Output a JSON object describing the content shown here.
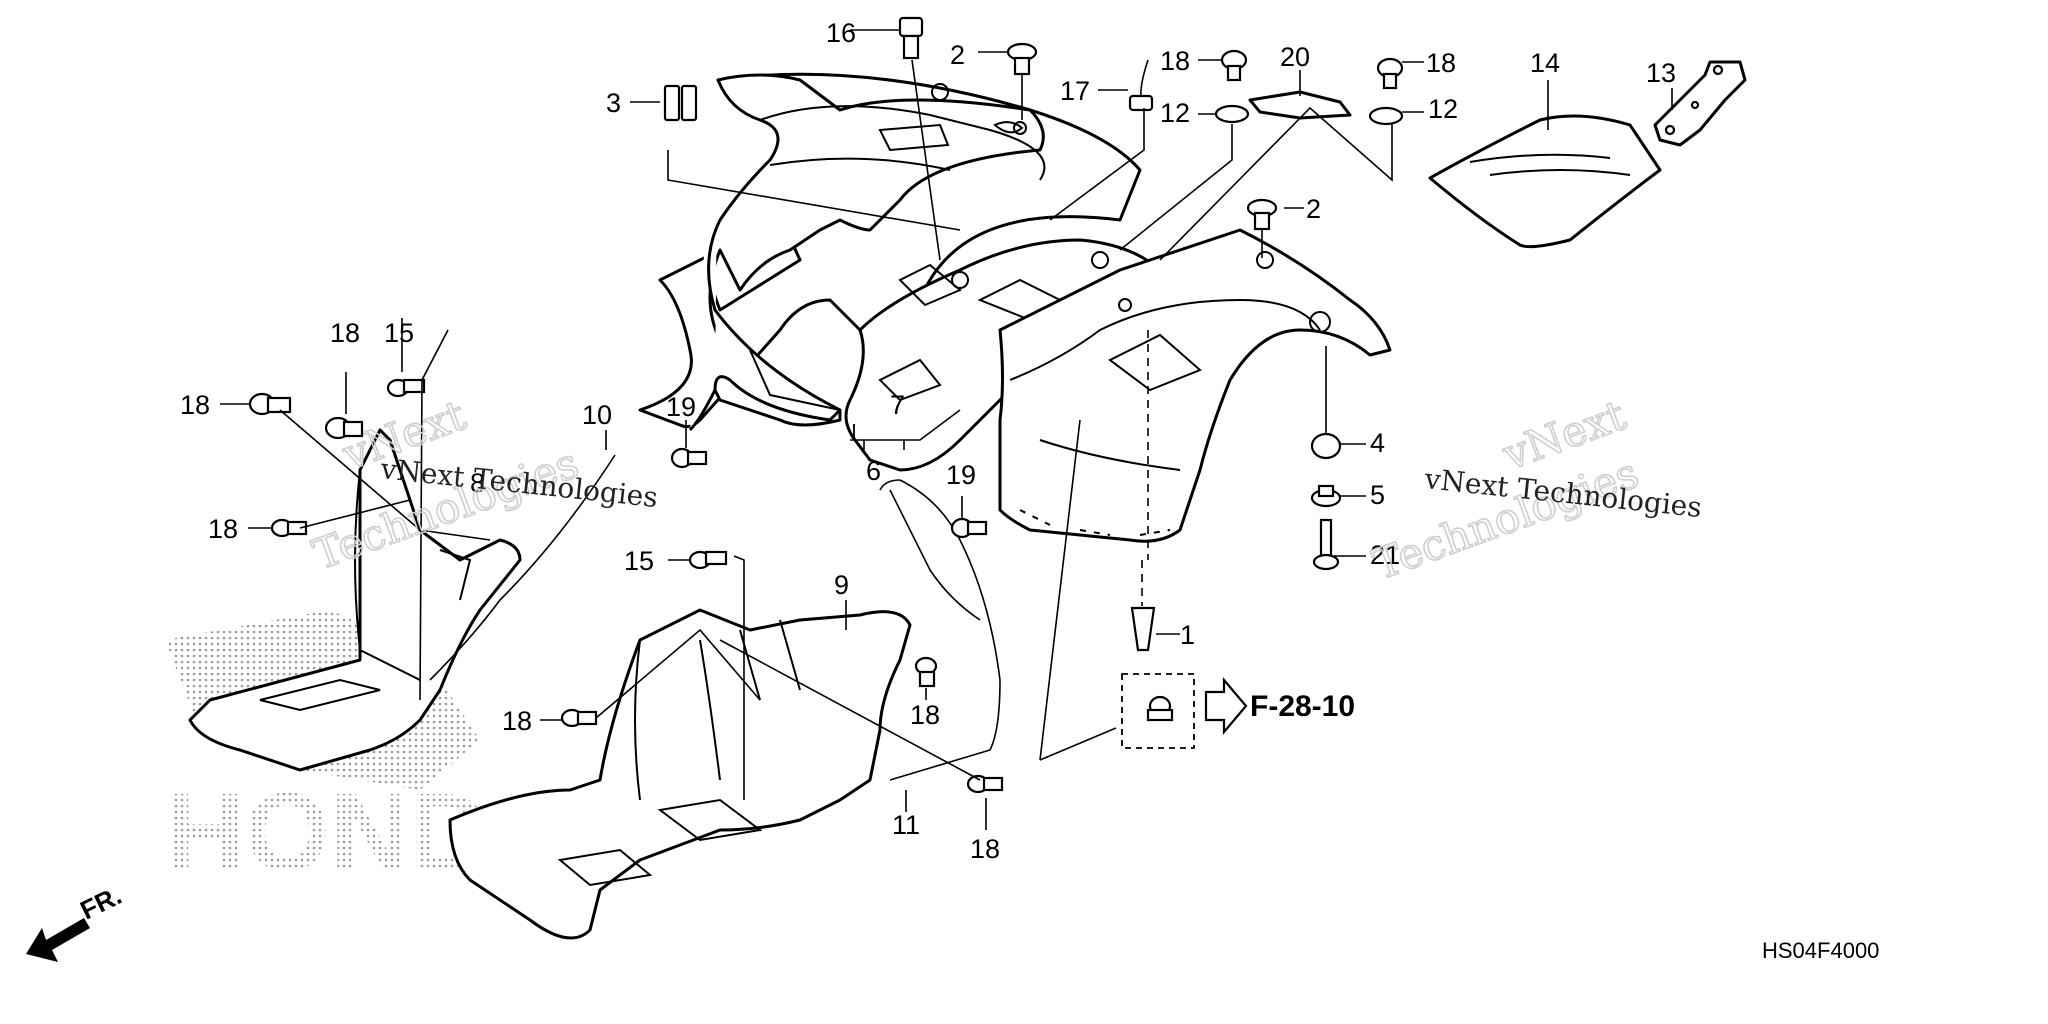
{
  "diagram": {
    "callouts": {
      "c1": "1",
      "c2a": "2",
      "c2b": "2",
      "c3": "3",
      "c4": "4",
      "c5": "5",
      "c6": "6",
      "c7": "7",
      "c8": "8",
      "c9": "9",
      "c10": "10",
      "c11": "11",
      "c12a": "12",
      "c12b": "12",
      "c13": "13",
      "c14": "14",
      "c15a": "15",
      "c15b": "15",
      "c16": "16",
      "c17": "17",
      "c18a": "18",
      "c18b": "18",
      "c18c": "18",
      "c18d": "18",
      "c18e": "18",
      "c18f": "18",
      "c18g": "18",
      "c18h": "18",
      "c19a": "19",
      "c19b": "19",
      "c20": "20",
      "c21": "21"
    },
    "reference": "F-28-10",
    "direction_label": "FR.",
    "diagram_code": "HS04F4000"
  },
  "watermarks": {
    "left_big_1": "vNext",
    "left_big_2": "Technologies",
    "left_small": "vNext Technologies",
    "right_big_1": "vNext",
    "right_big_2": "Technologies",
    "right_small": "vNext Technologies",
    "brand": "HONDA"
  }
}
